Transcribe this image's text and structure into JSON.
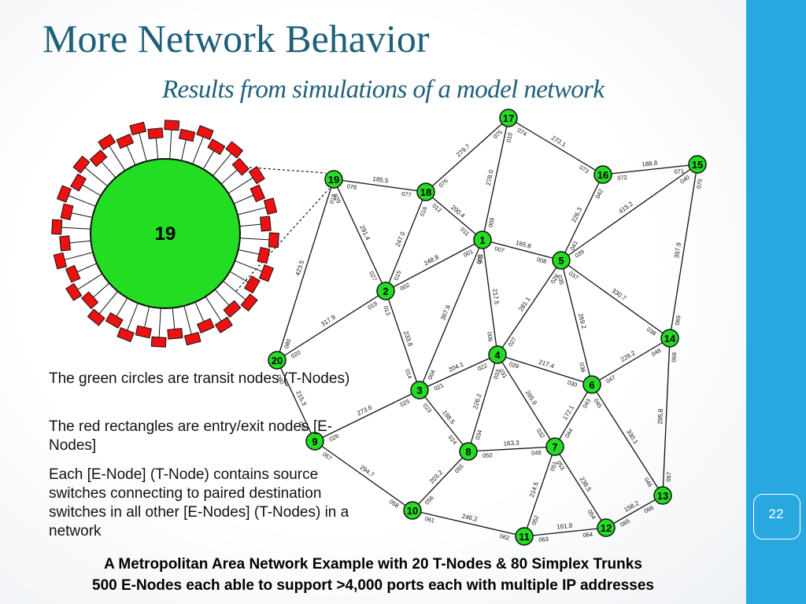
{
  "slide": {
    "title": "More Network Behavior",
    "subtitle": "Results from simulations of a model network",
    "page_number": "22"
  },
  "descriptions": [
    "The green circles are transit nodes (T-Nodes)",
    "The red rectangles are entry/exit nodes [E-Nodes]",
    "Each [E-Node] (T-Node) contains source switches connecting to paired destination switches in all other [E-Nodes] (T-Nodes) in a network"
  ],
  "captions": [
    "A Metropolitan Area Network Example with 20 T-Nodes & 80 Simplex Trunks",
    "500 E-Nodes each able to support >4,000 ports each with multiple IP addresses"
  ],
  "colors": {
    "title": "#1e5f7a",
    "node_fill": "#22dd22",
    "enode_fill": "#ee1111",
    "accent_bar": "#29a8e0"
  },
  "zoom_node": {
    "label": "19",
    "e_node_count": 40
  },
  "network": {
    "nodes": [
      "1",
      "2",
      "3",
      "4",
      "5",
      "6",
      "7",
      "8",
      "9",
      "10",
      "11",
      "12",
      "13",
      "14",
      "15",
      "16",
      "17",
      "18",
      "19",
      "20"
    ],
    "links": [
      {
        "from": "17",
        "to": "16",
        "label": "272.1",
        "from_port": "074",
        "to_port": "073"
      },
      {
        "from": "17",
        "to": "18",
        "label": "279.7",
        "from_port": "075",
        "to_port": "076"
      },
      {
        "from": "17",
        "to": "1",
        "label": "278.0",
        "from_port": "010",
        "to_port": "009"
      },
      {
        "from": "16",
        "to": "15",
        "label": "188.8",
        "from_port": "072",
        "to_port": "071"
      },
      {
        "from": "16",
        "to": "5",
        "label": "226.3",
        "from_port": "042",
        "to_port": "041"
      },
      {
        "from": "15",
        "to": "5",
        "label": "415.2",
        "from_port": "040",
        "to_port": "039"
      },
      {
        "from": "15",
        "to": "14",
        "label": "357.9",
        "from_port": "070",
        "to_port": "069"
      },
      {
        "from": "19",
        "to": "18",
        "label": "185.5",
        "from_port": "078",
        "to_port": "077"
      },
      {
        "from": "19",
        "to": "2",
        "label": "291.4",
        "from_port": "029",
        "to_port": "027"
      },
      {
        "from": "19",
        "to": "20",
        "label": "423.5",
        "from_port": "018",
        "to_port": "080"
      },
      {
        "from": "18",
        "to": "1",
        "label": "200.4",
        "from_port": "012",
        "to_port": "011"
      },
      {
        "from": "18",
        "to": "2",
        "label": "247.0",
        "from_port": "016",
        "to_port": "015"
      },
      {
        "from": "1",
        "to": "5",
        "label": "165.8",
        "from_port": "007",
        "to_port": "008"
      },
      {
        "from": "1",
        "to": "2",
        "label": "248.8",
        "from_port": "001",
        "to_port": "002"
      },
      {
        "from": "1",
        "to": "3",
        "label": "367.9",
        "from_port": "003",
        "to_port": "004"
      },
      {
        "from": "1",
        "to": "4",
        "label": "217.5",
        "from_port": "005",
        "to_port": "006"
      },
      {
        "from": "5",
        "to": "4",
        "label": "281.1",
        "from_port": "028",
        "to_port": "027"
      },
      {
        "from": "5",
        "to": "6",
        "label": "269.2",
        "from_port": "035",
        "to_port": "036"
      },
      {
        "from": "5",
        "to": "14",
        "label": "330.7",
        "from_port": "037",
        "to_port": "038"
      },
      {
        "from": "2",
        "to": "20",
        "label": "317.9",
        "from_port": "019",
        "to_port": "020"
      },
      {
        "from": "2",
        "to": "3",
        "label": "233.8",
        "from_port": "013",
        "to_port": "014"
      },
      {
        "from": "14",
        "to": "6",
        "label": "229.2",
        "from_port": "048",
        "to_port": "047"
      },
      {
        "from": "14",
        "to": "13",
        "label": "295.8",
        "from_port": "068",
        "to_port": "067"
      },
      {
        "from": "20",
        "to": "9",
        "label": "215.3",
        "from_port": "060",
        "to_port": "059"
      },
      {
        "from": "4",
        "to": "3",
        "label": "204.1",
        "from_port": "022",
        "to_port": "021"
      },
      {
        "from": "4",
        "to": "6",
        "label": "217.4",
        "from_port": "029",
        "to_port": "030"
      },
      {
        "from": "4",
        "to": "8",
        "label": "226.2",
        "from_port": "033",
        "to_port": "034"
      },
      {
        "from": "4",
        "to": "7",
        "label": "265.9",
        "from_port": "031",
        "to_port": "032"
      },
      {
        "from": "6",
        "to": "7",
        "label": "172.1",
        "from_port": "043",
        "to_port": "044"
      },
      {
        "from": "6",
        "to": "13",
        "label": "330.1",
        "from_port": "045",
        "to_port": "046"
      },
      {
        "from": "3",
        "to": "9",
        "label": "273.6",
        "from_port": "025",
        "to_port": "026"
      },
      {
        "from": "3",
        "to": "8",
        "label": "198.5",
        "from_port": "023",
        "to_port": "024"
      },
      {
        "from": "9",
        "to": "10",
        "label": "294.7",
        "from_port": "057",
        "to_port": "058"
      },
      {
        "from": "8",
        "to": "7",
        "label": "163.3",
        "from_port": "050",
        "to_port": "049"
      },
      {
        "from": "8",
        "to": "10",
        "label": "203.2",
        "from_port": "055",
        "to_port": "056"
      },
      {
        "from": "7",
        "to": "11",
        "label": "214.5",
        "from_port": "051",
        "to_port": "052"
      },
      {
        "from": "7",
        "to": "12",
        "label": "238.5",
        "from_port": "053",
        "to_port": "054"
      },
      {
        "from": "10",
        "to": "11",
        "label": "246.2",
        "from_port": "061",
        "to_port": "062"
      },
      {
        "from": "11",
        "to": "12",
        "label": "161.8",
        "from_port": "063",
        "to_port": "064"
      },
      {
        "from": "12",
        "to": "13",
        "label": "158.2",
        "from_port": "065",
        "to_port": "066"
      }
    ]
  }
}
